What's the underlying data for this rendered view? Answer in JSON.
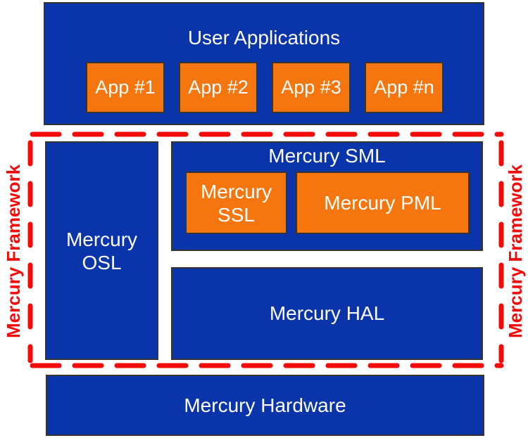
{
  "colors": {
    "box_blue": "#0A34AA",
    "box_orange": "#F5760E",
    "frame_red": "#F50A0A",
    "box_border": "#333333",
    "text_white": "#FFFFFF",
    "background": "#FFFFFF"
  },
  "user_applications": {
    "title": "User Applications",
    "apps": [
      {
        "label": "App #1"
      },
      {
        "label": "App #2"
      },
      {
        "label": "App #3"
      },
      {
        "label": "App #n"
      }
    ]
  },
  "framework": {
    "left_label": "Mercury Framework",
    "right_label": "Mercury Framework",
    "osl": {
      "line1": "Mercury",
      "line2": "OSL"
    },
    "sml": {
      "title": "Mercury SML",
      "ssl": {
        "line1": "Mercury",
        "line2": "SSL"
      },
      "pml": {
        "label": "Mercury PML"
      }
    },
    "hal": {
      "label": "Mercury HAL"
    }
  },
  "hardware": {
    "label": "Mercury Hardware"
  }
}
